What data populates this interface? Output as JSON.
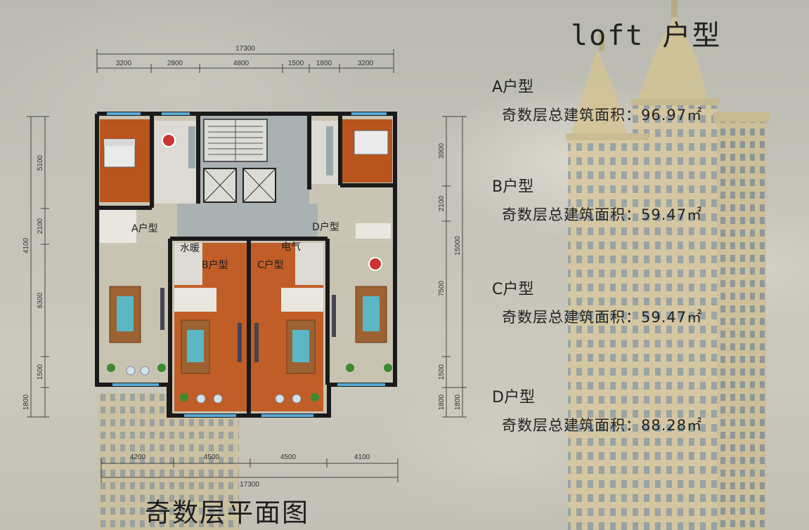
{
  "header": {
    "title": "loft 户型"
  },
  "units": [
    {
      "name": "A户型",
      "area": "奇数层总建筑面积：96.97㎡"
    },
    {
      "name": "B户型",
      "area": "奇数层总建筑面积：59.47㎡"
    },
    {
      "name": "C户型",
      "area": "奇数层总建筑面积：59.47㎡"
    },
    {
      "name": "D户型",
      "area": "奇数层总建筑面积：88.28㎡"
    }
  ],
  "plan": {
    "title": "奇数层平面图",
    "top_total": "17300",
    "top_dims": [
      "3200",
      "2800",
      "4800",
      "1500",
      "1800",
      "3200"
    ],
    "bottom_total": "17300",
    "bottom_dims": [
      "4200",
      "4500",
      "4500",
      "4100"
    ],
    "left_total": "4100",
    "left_dims": [
      "5100",
      "2100",
      "6300",
      "1500",
      "1800"
    ],
    "right_total": "15000",
    "right_dims": [
      "3900",
      "2100",
      "7500",
      "1500",
      "1800",
      "1800"
    ],
    "labels": {
      "a": "A户型",
      "b": "B户型",
      "c": "C户型",
      "d": "D户型",
      "water": "水暖",
      "electric": "电气"
    }
  }
}
